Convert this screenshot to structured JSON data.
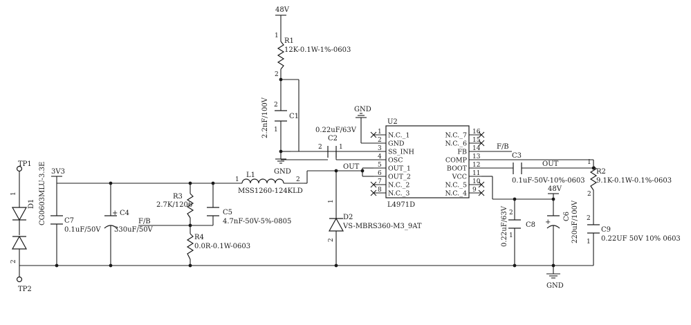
{
  "nets": {
    "v48_top": "48V",
    "v48_right": "48V",
    "gnd_c1": "GND",
    "gnd_u2": "GND",
    "gnd_bottom": "GND",
    "out_d2": "OUT",
    "out_c3": "OUT",
    "fb_left": "F/B",
    "fb_u2": "F/B",
    "v3v3": "3V3"
  },
  "components": {
    "R1": {
      "ref": "R1",
      "value": "12K-0.1W-1%-0603",
      "pin1": "1",
      "pin2": "2"
    },
    "C1": {
      "ref": "C1",
      "value": "2.2nF/100V",
      "pin1": "1",
      "pin2": "2"
    },
    "C2": {
      "ref": "C2",
      "value": "0.22uF/63V",
      "pin1": "1",
      "pin2": "2"
    },
    "L1": {
      "ref": "L1",
      "value": "MSS1260-124KLD",
      "pin1": "1",
      "pin2": "2"
    },
    "R3": {
      "ref": "R3",
      "value": "2.7K/1206"
    },
    "C5": {
      "ref": "C5",
      "value": "4.7nF-50V-5%-0805"
    },
    "R4": {
      "ref": "R4",
      "value": "0.0R-0.1W-0603"
    },
    "C4": {
      "ref": "C4",
      "value": "330uF/50V",
      "polarity": "+"
    },
    "C7": {
      "ref": "C7",
      "value": "0.1uF/50V"
    },
    "D1": {
      "ref": "D1",
      "value": "CG0603MLU-3.3E",
      "pin1": "1",
      "pin2": "2"
    },
    "TP1": {
      "ref": "TP1"
    },
    "TP2": {
      "ref": "TP2"
    },
    "D2": {
      "ref": "D2",
      "value": "VS-MBRS360-M3_9AT",
      "pin1": "1",
      "pin2": "2"
    },
    "C3": {
      "ref": "C3",
      "value": "0.1uF-50V-10%-0603"
    },
    "R2": {
      "ref": "R2",
      "value": "9.1K-0.1W-0.1%-0603",
      "pin1": "1",
      "pin2": "2"
    },
    "C8": {
      "ref": "C8",
      "value": "0.22uF/63V",
      "pin1": "1",
      "pin2": "2"
    },
    "C6": {
      "ref": "C6",
      "value": "220uF/100V",
      "polarity": "+"
    },
    "C9": {
      "ref": "C9",
      "value": "0.22UF 50V 10% 0603",
      "pin1": "1",
      "pin2": "2"
    }
  },
  "u2": {
    "ref": "U2",
    "part": "L4971D",
    "left_pins": [
      {
        "num": "1",
        "name": "N.C._1",
        "nc": true
      },
      {
        "num": "2",
        "name": "GND",
        "nc": false
      },
      {
        "num": "3",
        "name": "SS_INH",
        "nc": false
      },
      {
        "num": "4",
        "name": "OSC",
        "nc": false
      },
      {
        "num": "5",
        "name": "OUT_1",
        "nc": false
      },
      {
        "num": "6",
        "name": "OUT_2",
        "nc": false
      },
      {
        "num": "7",
        "name": "N.C._2",
        "nc": true
      },
      {
        "num": "8",
        "name": "N.C._3",
        "nc": true
      }
    ],
    "right_pins": [
      {
        "num": "16",
        "name": "N.C._7",
        "nc": true
      },
      {
        "num": "15",
        "name": "N.C._6",
        "nc": true
      },
      {
        "num": "14",
        "name": "FB",
        "nc": false
      },
      {
        "num": "13",
        "name": "COMP",
        "nc": false
      },
      {
        "num": "12",
        "name": "BOOT",
        "nc": false
      },
      {
        "num": "11",
        "name": "VCC",
        "nc": false
      },
      {
        "num": "10",
        "name": "N.C._5",
        "nc": true
      },
      {
        "num": "9",
        "name": "N.C._4",
        "nc": true
      }
    ]
  }
}
